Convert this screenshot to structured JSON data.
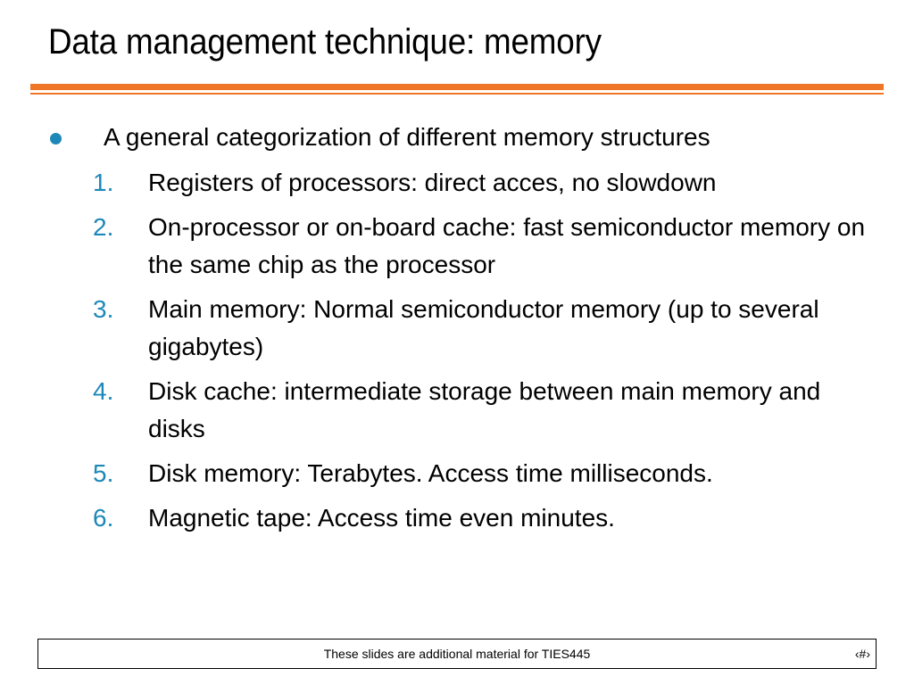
{
  "slide": {
    "title": "Data management technique: memory",
    "accent_color": "#ef7626",
    "bullet_color": "#1d88b8",
    "bullet": {
      "icon": "filled-circle",
      "text": "A general categorization of different memory structures"
    },
    "items": [
      {
        "number": "1.",
        "text": "Registers of processors: direct acces, no slowdown"
      },
      {
        "number": "2.",
        "text": "On-processor or on-board cache: fast semiconductor memory on the same chip as the processor"
      },
      {
        "number": "3.",
        "text": "Main memory: Normal semiconductor memory (up to several gigabytes)"
      },
      {
        "number": "4.",
        "text": "Disk cache: intermediate storage between main memory and disks"
      },
      {
        "number": "5.",
        "text": "Disk memory: Terabytes. Access time milliseconds."
      },
      {
        "number": "6.",
        "text": "Magnetic tape: Access time even minutes."
      }
    ]
  },
  "footer": {
    "text": "These slides are additional material for TIES445",
    "page_marker": "‹#›"
  }
}
